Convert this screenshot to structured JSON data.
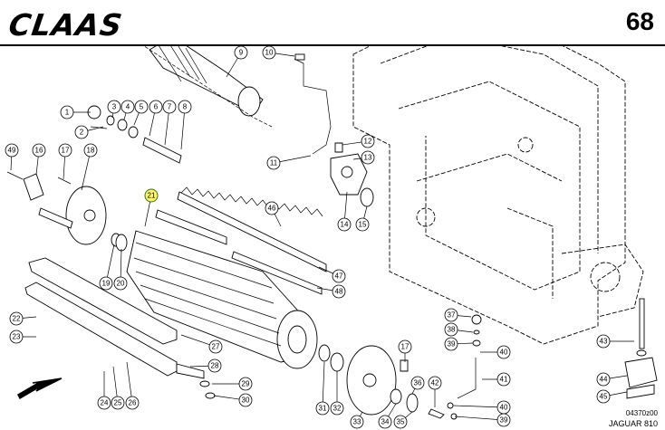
{
  "header": {
    "brand": "CLAAS",
    "page_number": "68"
  },
  "footer": {
    "drawing_code": "04370z00",
    "model": "JAGUAR 810"
  },
  "highlight_color": "#fff26a",
  "icons": {
    "direction": "arrow-down-left-icon"
  },
  "callouts": [
    {
      "id": "c1",
      "label": "1"
    },
    {
      "id": "c2",
      "label": "2"
    },
    {
      "id": "c3",
      "label": "3"
    },
    {
      "id": "c4",
      "label": "4"
    },
    {
      "id": "c5",
      "label": "5"
    },
    {
      "id": "c6",
      "label": "6"
    },
    {
      "id": "c7",
      "label": "7"
    },
    {
      "id": "c8",
      "label": "8"
    },
    {
      "id": "c9",
      "label": "9"
    },
    {
      "id": "c10",
      "label": "10"
    },
    {
      "id": "c11",
      "label": "11"
    },
    {
      "id": "c12",
      "label": "12"
    },
    {
      "id": "c13",
      "label": "13"
    },
    {
      "id": "c14",
      "label": "14"
    },
    {
      "id": "c15",
      "label": "15"
    },
    {
      "id": "c16",
      "label": "16"
    },
    {
      "id": "c17a",
      "label": "17"
    },
    {
      "id": "c18",
      "label": "18"
    },
    {
      "id": "c49",
      "label": "49"
    },
    {
      "id": "c21",
      "label": "21",
      "highlight": true
    },
    {
      "id": "c19",
      "label": "19"
    },
    {
      "id": "c20",
      "label": "20"
    },
    {
      "id": "c46",
      "label": "46"
    },
    {
      "id": "c47",
      "label": "47"
    },
    {
      "id": "c48",
      "label": "48"
    },
    {
      "id": "c22",
      "label": "22"
    },
    {
      "id": "c23",
      "label": "23"
    },
    {
      "id": "c27",
      "label": "27"
    },
    {
      "id": "c28",
      "label": "28"
    },
    {
      "id": "c29",
      "label": "29"
    },
    {
      "id": "c30",
      "label": "30"
    },
    {
      "id": "c24",
      "label": "24"
    },
    {
      "id": "c25",
      "label": "25"
    },
    {
      "id": "c26",
      "label": "26"
    },
    {
      "id": "c31",
      "label": "31"
    },
    {
      "id": "c32",
      "label": "32"
    },
    {
      "id": "c33",
      "label": "33"
    },
    {
      "id": "c34",
      "label": "34"
    },
    {
      "id": "c35",
      "label": "35"
    },
    {
      "id": "c36",
      "label": "36"
    },
    {
      "id": "c17b",
      "label": "17"
    },
    {
      "id": "c37",
      "label": "37"
    },
    {
      "id": "c38",
      "label": "38"
    },
    {
      "id": "c39a",
      "label": "39"
    },
    {
      "id": "c40a",
      "label": "40"
    },
    {
      "id": "c41",
      "label": "41"
    },
    {
      "id": "c42",
      "label": "42"
    },
    {
      "id": "c40b",
      "label": "40"
    },
    {
      "id": "c39b",
      "label": "39"
    },
    {
      "id": "c43",
      "label": "43"
    },
    {
      "id": "c44",
      "label": "44"
    },
    {
      "id": "c45",
      "label": "45"
    }
  ]
}
